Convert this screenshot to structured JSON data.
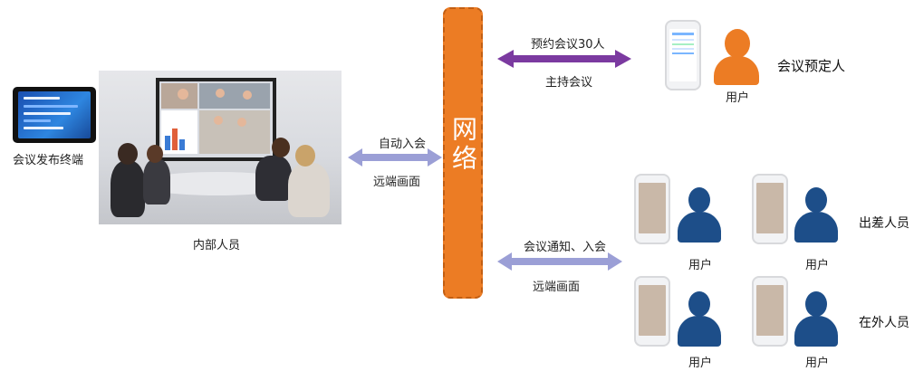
{
  "network": {
    "label": "网络"
  },
  "terminal": {
    "label": "会议发布终端"
  },
  "internal": {
    "label": "内部人员"
  },
  "booker": {
    "label": "会议预定人",
    "user_label": "用户"
  },
  "arrows": {
    "top": {
      "above": "预约会议30人",
      "below": "主持会议",
      "color": "#7b3aa0"
    },
    "left": {
      "above": "自动入会",
      "below": "远端画面",
      "color": "#9b9fd6"
    },
    "bottom": {
      "above": "会议通知、入会",
      "below": "远端画面",
      "color": "#9b9fd6"
    }
  },
  "groups": {
    "business_trip": {
      "label": "出差人员"
    },
    "outside": {
      "label": "在外人员"
    }
  },
  "users": {
    "u1": "用户",
    "u2": "用户",
    "u3": "用户",
    "u4": "用户"
  },
  "colors": {
    "network": "#ec7c24",
    "booker_user": "#ec7c24",
    "field_user": "#1d4e89"
  }
}
